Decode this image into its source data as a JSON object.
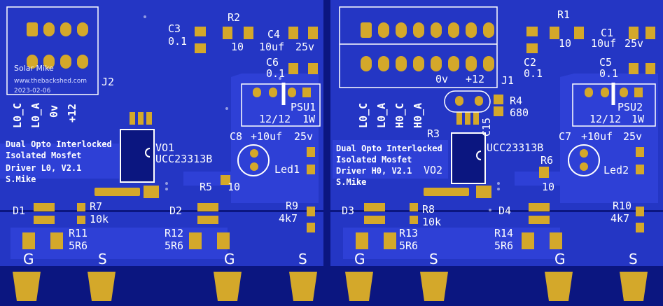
{
  "watermark": {
    "name": "Solar Mike",
    "site": "www.thebackshed.com",
    "date": "2023-02-06"
  },
  "left": {
    "connector": "J2",
    "pins": [
      "L0_C",
      "L0_A",
      "0v",
      "+12"
    ],
    "desc": [
      "Dual Opto Interlocked",
      "Isolated Mosfet",
      "Driver L0, V2.1",
      "S.Mike"
    ],
    "c3": "C3",
    "c3_val": "0.1",
    "r2": "R2",
    "r2_val": "10",
    "c4": "C4",
    "c4_val": "10uf",
    "c4_v": "25v",
    "c6": "C6",
    "c6_val": "0.1",
    "psu": "PSU1",
    "psu_val": "12/12",
    "psu_w": "1W",
    "c8": "C8",
    "c8_val": "+10uf",
    "c8_v": "25v",
    "vo": "VO1",
    "ic": "UCC23313B",
    "led": "Led1",
    "r5": "R5",
    "r5_val": "10",
    "r9": "R9",
    "r9_val": "4k7",
    "d1": "D1",
    "r7": "R7",
    "r7_val": "10k",
    "d2": "D2",
    "r11": "R11",
    "r11_val": "5R6",
    "r12": "R12",
    "r12_val": "5R6",
    "terms": [
      "G",
      "S",
      "G",
      "S"
    ]
  },
  "right": {
    "connector": "J1",
    "v0": "0v",
    "v12": "+12",
    "pins": [
      "L0_C",
      "L0_A",
      "H0_C",
      "H0_A"
    ],
    "desc": [
      "Dual Opto Interlocked",
      "Isolated Mosfet",
      "Driver H0, V2.1",
      "S.Mike"
    ],
    "r1": "R1",
    "r1_val": "10",
    "c1": "C1",
    "c1_val": "10uf",
    "c1_v": "25v",
    "c2": "C2",
    "c2_val": "0.1",
    "c5": "C5",
    "c5_val": "0.1",
    "psu": "PSU2",
    "psu_val": "12/12",
    "psu_w": "1W",
    "r4": "R4",
    "r4_val": "680",
    "r3": "R3",
    "c15": "C15",
    "c7": "C7",
    "c7_val": "+10uf",
    "c7_v": "25v",
    "ic": "UCC23313B",
    "vo": "VO2",
    "led": "Led2",
    "r6": "R6",
    "r6_val": "10",
    "r10": "R10",
    "r10_val": "4k7",
    "d3": "D3",
    "r8": "R8",
    "r8_val": "10k",
    "d4": "D4",
    "r13": "R13",
    "r13_val": "5R6",
    "r14": "R14",
    "r14_val": "5R6",
    "terms": [
      "G",
      "S",
      "G",
      "S"
    ]
  },
  "colors": {
    "board": "#0e1f96",
    "copper": "#2d3ccf",
    "pad": "#d4a82a",
    "silk": "#ffffff",
    "gap": "#0b1680"
  }
}
